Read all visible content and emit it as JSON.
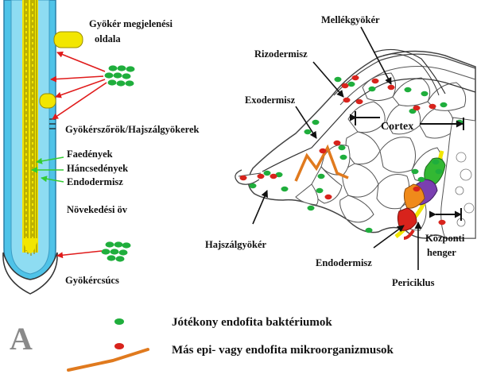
{
  "panel_letter": "A",
  "left_labels": {
    "emergence_line1": "Gyökér megjelenési",
    "emergence_line2": "oldala",
    "root_hairs": "Gyökérszőrök/Hajszálgyökerek",
    "xylem": "Faedények",
    "phloem": "Háncsedények",
    "endodermis": "Endodermisz",
    "growth_zone": "Növekedési öv",
    "root_cap": "Gyökércsúcs"
  },
  "right_labels": {
    "lateral_root": "Mellékgyökér",
    "rhizodermis": "Rizodermisz",
    "exodermis": "Exodermisz",
    "cortex": "Cortex",
    "root_hair": "Hajszálgyökér",
    "endodermis": "Endodermisz",
    "central_cylinder_line1": "Központi",
    "central_cylinder_line2": "henger",
    "pericycle": "Periciklus"
  },
  "legend": {
    "beneficial": "Jótékony endofita baktériumok",
    "other": "Más epi- vagy endofita mikroorganizmusok"
  },
  "colors": {
    "beneficial_bacteria": "#1fae3c",
    "other_microbes": "#d8231c",
    "fungal_hypha": "#e07a1e",
    "arrow": "#e01b1b",
    "root_outer": "#4fc3e8",
    "vascular_yellow": "#f2e600",
    "endodermis_orange": "#f08a1a",
    "pericycle_purple": "#7a3fb0"
  }
}
